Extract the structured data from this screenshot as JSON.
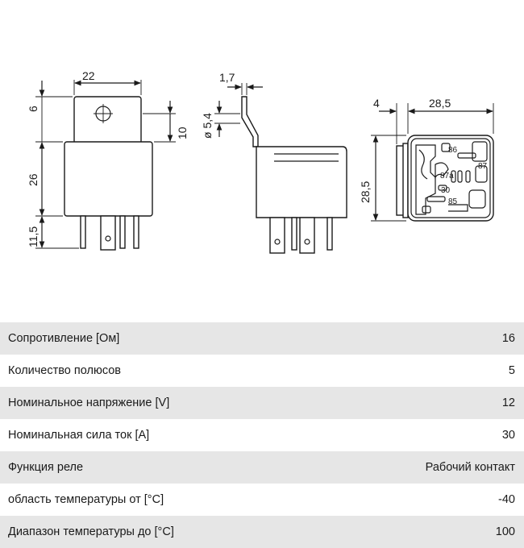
{
  "drawing": {
    "front_view": {
      "width": "22",
      "tab_height": "6",
      "body_height": "26",
      "pin_length": "11,5",
      "side_offset": "10"
    },
    "side_view": {
      "tab_thickness": "1,7",
      "hole_diameter": "ø 5,4"
    },
    "bottom_view": {
      "offset": "4",
      "width": "28,5",
      "height": "28,5",
      "pin_labels": [
        "86",
        "87",
        "87a",
        "30",
        "85"
      ]
    }
  },
  "specs": [
    {
      "label": "Сопротивление [Ом]",
      "value": "16"
    },
    {
      "label": "Количество полюсов",
      "value": "5"
    },
    {
      "label": "Номинальное напряжение [V]",
      "value": "12"
    },
    {
      "label": "Номинальная сила ток [A]",
      "value": "30"
    },
    {
      "label": "Функция реле",
      "value": "Рабочий контакт"
    },
    {
      "label": "область температуры от [°C]",
      "value": "-40"
    },
    {
      "label": "Диапазон температуры до [°C]",
      "value": "100"
    }
  ]
}
